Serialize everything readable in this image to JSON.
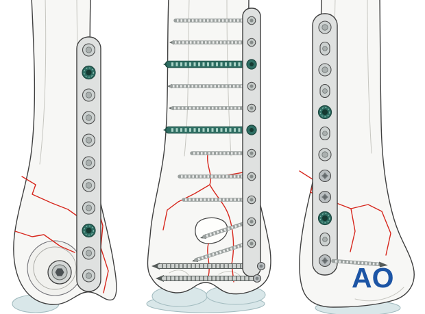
{
  "logo": {
    "text": "AO"
  },
  "palette": {
    "background": "#ffffff",
    "bone_fill": "#f7f7f5",
    "bone_outline": "#3f3f3f",
    "bone_inner_line": "#c6c6c0",
    "plate_fill": "#dfe1e0",
    "hole_fill": "#ccd1d0",
    "screw_gray": "#9aa09e",
    "locking_screw_green": "#2e6e63",
    "fracture_red": "#d7271d",
    "cartilage_blue": "#d9e7e9",
    "logo_blue": "#1d55a5"
  },
  "views": [
    {
      "id": "left-view",
      "plate_holes": 11,
      "green_locking_screws": 2,
      "fracture_lines": 3,
      "large_hex_lag_screw": 1
    },
    {
      "id": "center-view",
      "plate_screw_heads": 13,
      "green_locking_screws": 2,
      "transverse_screws": 9,
      "distal_lag_screws": 2,
      "bone_defect_window": 1,
      "fracture_lines": 5
    },
    {
      "id": "right-view",
      "plate_holes": 12,
      "green_locking_screws": 2,
      "filled_screw_heads": 3,
      "distal_transverse_screw": 1,
      "fracture_lines": 3
    }
  ]
}
